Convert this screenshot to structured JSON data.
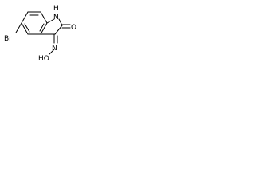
{
  "molecule": {
    "labels": {
      "nh_h": "H",
      "nh_n": "N",
      "carbonyl_o": "O",
      "bromine": "Br",
      "oxime_n": "N",
      "oxime_oh": "HO"
    },
    "colors": {
      "bond": "#000000",
      "text": "#000000",
      "background": "#ffffff"
    }
  }
}
